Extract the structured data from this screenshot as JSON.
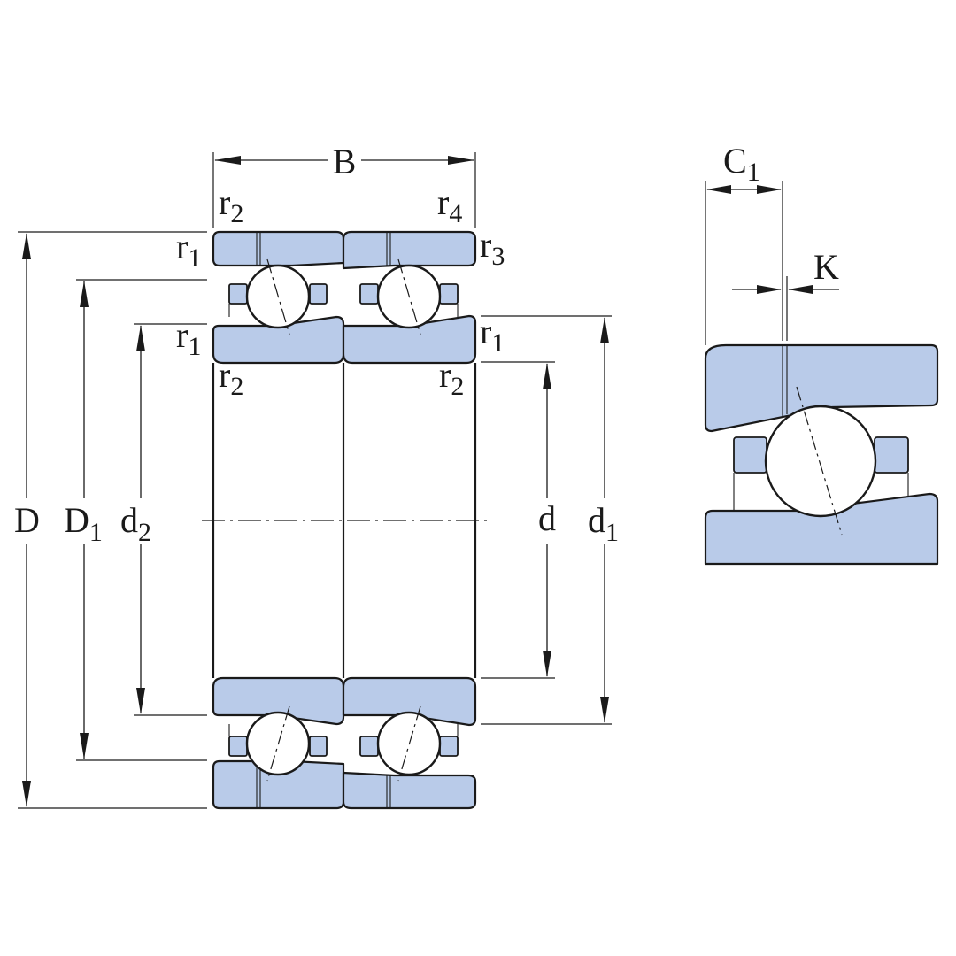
{
  "labels": {
    "B": {
      "main": "B",
      "sub": ""
    },
    "D": {
      "main": "D",
      "sub": ""
    },
    "D1": {
      "main": "D",
      "sub": "1"
    },
    "d2": {
      "main": "d",
      "sub": "2"
    },
    "d": {
      "main": "d",
      "sub": ""
    },
    "d1": {
      "main": "d",
      "sub": "1"
    },
    "r2_top_left": {
      "main": "r",
      "sub": "2"
    },
    "r4": {
      "main": "r",
      "sub": "4"
    },
    "r1_top_left": {
      "main": "r",
      "sub": "1"
    },
    "r3": {
      "main": "r",
      "sub": "3"
    },
    "r1_mid_left": {
      "main": "r",
      "sub": "1"
    },
    "r1_mid_right": {
      "main": "r",
      "sub": "1"
    },
    "r2_mid_left": {
      "main": "r",
      "sub": "2"
    },
    "r2_mid_right": {
      "main": "r",
      "sub": "2"
    },
    "C1": {
      "main": "C",
      "sub": "1"
    },
    "K": {
      "main": "K",
      "sub": ""
    }
  },
  "colors": {
    "ring_fill": "#b9cbe9",
    "line": "#1a1a1a"
  }
}
